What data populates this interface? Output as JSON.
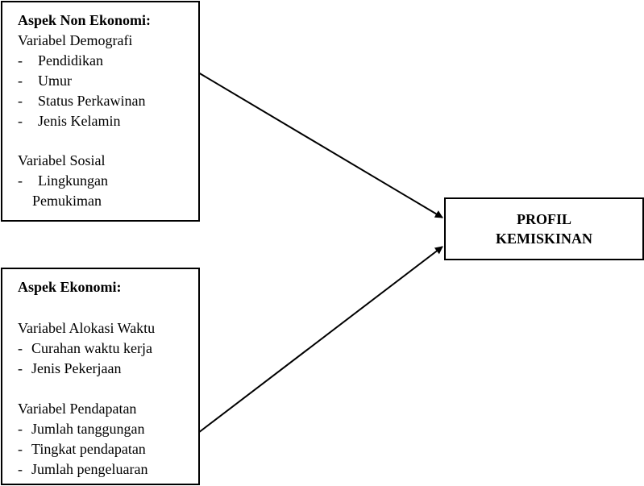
{
  "non_ekonomi": {
    "heading": "Aspek Non Ekonomi:",
    "demografi": {
      "label": "Variabel Demografi",
      "items": [
        "Pendidikan",
        "Umur",
        "Status Perkawinan",
        "Jenis Kelamin"
      ]
    },
    "sosial": {
      "label": "Variabel Sosial",
      "item_line1": "Lingkungan",
      "item_line2": "Pemukiman"
    }
  },
  "ekonomi": {
    "heading": "Aspek Ekonomi:",
    "alokasi": {
      "label": "Variabel Alokasi Waktu",
      "items": [
        "Curahan waktu kerja",
        "Jenis Pekerjaan"
      ]
    },
    "pendapatan": {
      "label": "Variabel Pendapatan",
      "items": [
        "Jumlah tanggungan",
        "Tingkat pendapatan",
        "Jumlah pengeluaran"
      ]
    }
  },
  "profil": {
    "line1": "PROFIL",
    "line2": "KEMISKINAN"
  },
  "bullet": "-"
}
